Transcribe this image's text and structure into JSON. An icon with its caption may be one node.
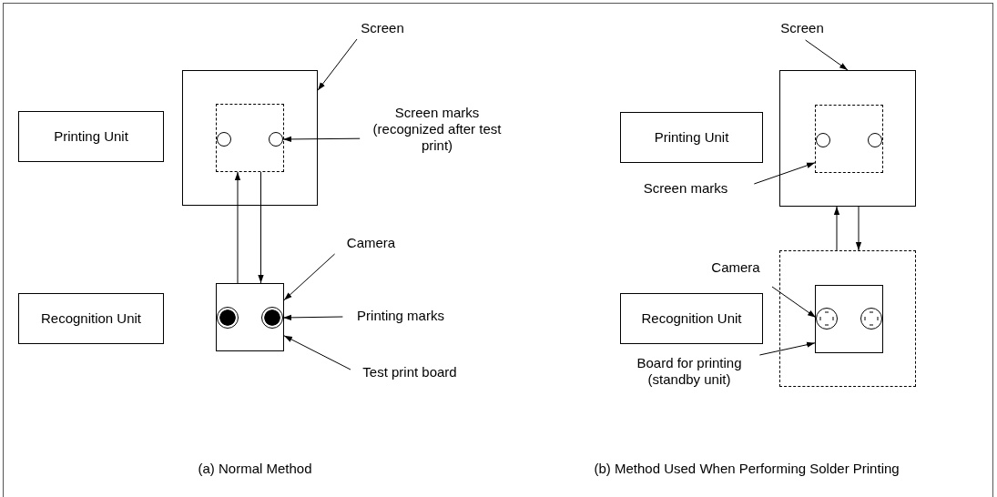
{
  "diagram": {
    "nodes": [
      {
        "text": [
          "Printing Unit"
        ]
      },
      {
        "text": [
          "Recognition Unit"
        ]
      },
      {
        "text": [],
        "shape": "box"
      },
      {
        "text": [],
        "shape": "box",
        "in": 2
      },
      {
        "text": [],
        "shape": "circle",
        "in": 3
      },
      {
        "text": [],
        "shape": "circle",
        "in": 3
      },
      {
        "text": [],
        "shape": "box"
      },
      {
        "text": [],
        "shape": "circle",
        "in": 6
      },
      {
        "text": [],
        "shape": "circle",
        "in": 6
      },
      {
        "text": [
          "Screen"
        ]
      },
      {
        "text": [
          "Screen marks (recognized after test print)"
        ]
      },
      {
        "text": [
          "Camera"
        ]
      },
      {
        "text": [
          "Printing marks"
        ]
      },
      {
        "text": [
          "Test print board"
        ]
      },
      {
        "text": [
          "Printing Unit"
        ]
      },
      {
        "text": [
          "Recognition Unit"
        ]
      },
      {
        "text": [],
        "shape": "box"
      },
      {
        "text": [],
        "shape": "box",
        "in": 16
      },
      {
        "text": [],
        "shape": "circle",
        "in": 17
      },
      {
        "text": [],
        "shape": "circle",
        "in": 17
      },
      {
        "text": [],
        "shape": "box"
      },
      {
        "text": [],
        "shape": "box",
        "in": 20
      },
      {
        "text": [],
        "shape": "circle",
        "in": 21
      },
      {
        "text": [],
        "shape": "circle",
        "in": 21
      },
      {
        "text": [
          "Screen"
        ]
      },
      {
        "text": [
          "Screen marks"
        ]
      },
      {
        "text": [
          "Camera"
        ]
      },
      {
        "text": [
          "Board for printing (standby unit)"
        ]
      }
    ],
    "edges": [
      {
        "from": 9,
        "to": 2,
        "arrow": "to"
      },
      {
        "from": 10,
        "to": 5,
        "arrow": "to"
      },
      {
        "from": 6,
        "to": 3,
        "arrow": "to"
      },
      {
        "from": 3,
        "to": 6,
        "arrow": "to"
      },
      {
        "from": 11,
        "to": 6,
        "arrow": "to"
      },
      {
        "from": 12,
        "to": 8,
        "arrow": "to"
      },
      {
        "from": 13,
        "to": 6,
        "arrow": "to"
      },
      {
        "from": 24,
        "to": 16,
        "arrow": "to"
      },
      {
        "from": 25,
        "to": 17,
        "arrow": "to"
      },
      {
        "from": 20,
        "to": 16,
        "arrow": "to"
      },
      {
        "from": 16,
        "to": 20,
        "arrow": "to"
      },
      {
        "from": 26,
        "to": 22,
        "arrow": "to"
      },
      {
        "from": 27,
        "to": 21,
        "arrow": "to"
      }
    ],
    "labels": [
      "(a) Normal Method",
      "(b) Method Used When Performing Solder Printing"
    ]
  }
}
